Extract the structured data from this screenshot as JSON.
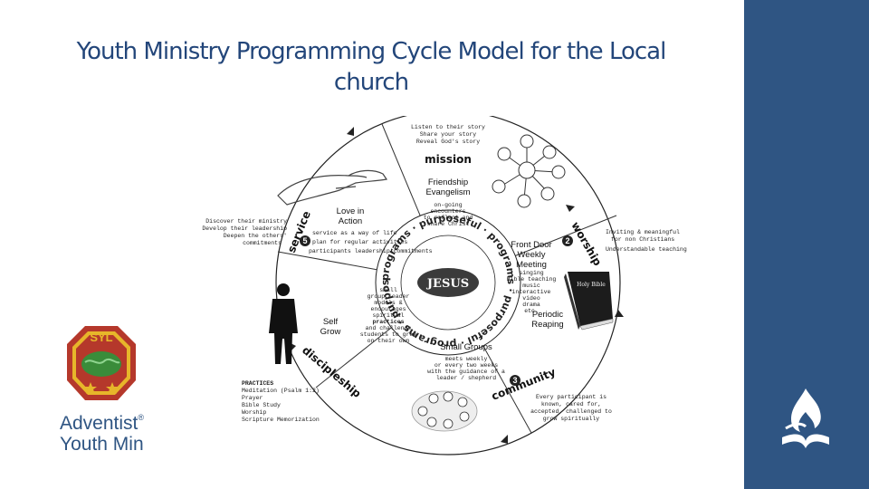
{
  "title_line1": "Youth Ministry Programming Cycle Model for the Local",
  "title_line2": "church",
  "center": "JESUS",
  "sectors": {
    "mission": {
      "label": "mission",
      "title1": "Friendship",
      "title2": "Evangelism"
    },
    "worship": {
      "label": "worship",
      "num": "2",
      "title1": "Front Door",
      "title2": "Weekly",
      "title3": "Meeting"
    },
    "community": {
      "label": "community",
      "num": "3",
      "title": "Small Groups"
    },
    "discipleship": {
      "label": "discipleship",
      "title1": "Self",
      "title2": "Grow"
    },
    "service": {
      "label": "service",
      "num": "5",
      "title1": "Love in",
      "title2": "Action"
    },
    "reaping": {
      "title1": "Periodic",
      "title2": "Reaping"
    }
  },
  "notes": {
    "top": [
      "Listen to their story",
      "Share your story",
      "Reveal God's story"
    ],
    "mission_inner": [
      "on-going",
      "encounters",
      "to reflect and",
      "share Christ"
    ],
    "right": [
      "Inviting & meaningful",
      "for non Christians",
      "Understandable teaching"
    ],
    "worship_inner": [
      "singing",
      "Bible teaching",
      "music",
      "interactive",
      "video",
      "drama",
      "etc."
    ],
    "left": [
      "Discover their ministry",
      "Develop their leadership",
      "Deepen the others'",
      "commitments"
    ],
    "service_inner": [
      "service as a way of life",
      "plan for regular activities",
      "participants leadership commitments"
    ],
    "discipleship_inner": [
      "small",
      "group leader",
      "models &",
      "encourages",
      "spiritual",
      "practices",
      "and challenge",
      "students to grow",
      "on their own"
    ],
    "community_inner": [
      "meets weekly",
      "or every two weeks",
      "with the guidance of a",
      "leader / shepherd"
    ],
    "bottom_right": [
      "Every participant is",
      "known, cared for,",
      "accepted, challenged to",
      "grow spiritually"
    ],
    "practices_heading": "PRACTICES",
    "practices": [
      "Meditation (Psalm 1:2)",
      "Prayer",
      "Bible Study",
      "Worship",
      "Scripture Memorization"
    ]
  },
  "inner_ring": [
    "programs",
    "purposeful",
    "programs",
    "purposeful",
    "programs",
    "purposeful",
    "programs",
    "purposeful"
  ],
  "bible_label": "Holy Bible",
  "logo": {
    "badge": "SYL",
    "line1": "Adventist",
    "line2": "Youth Min",
    "tm": "®"
  },
  "colors": {
    "title": "#23467a",
    "sidebar": "#2f5583",
    "badge_red": "#b5382b",
    "badge_gold": "#e7b62a"
  }
}
